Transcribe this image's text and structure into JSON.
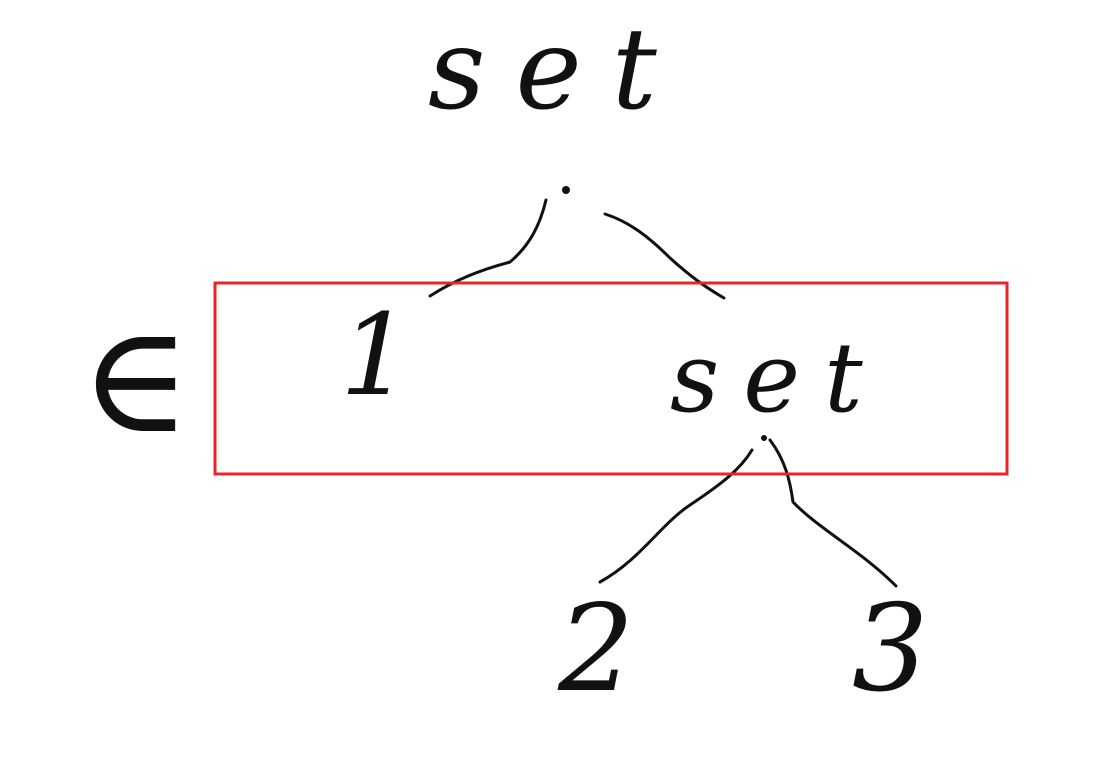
{
  "tree": {
    "root_label": "set",
    "member_symbol": "∈",
    "left_child": "1",
    "inner_label": "set",
    "inner_left_child": "2",
    "inner_right_child": "3"
  },
  "colors": {
    "ink": "#111111",
    "highlight_box": "#e8252a",
    "background": "#ffffff"
  }
}
